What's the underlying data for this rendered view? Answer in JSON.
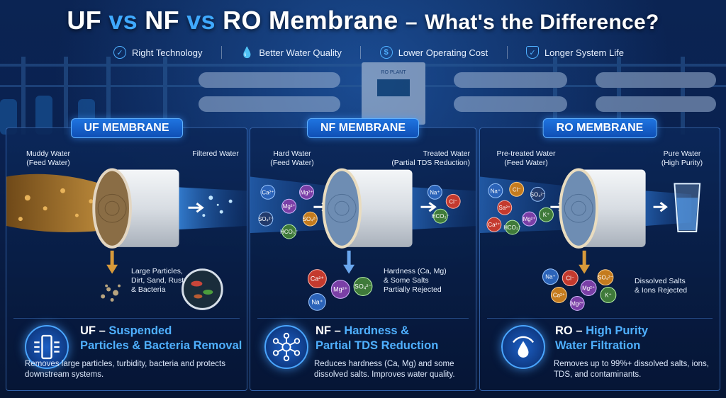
{
  "title": {
    "part1": "UF",
    "vs1": "vs",
    "part2": "NF",
    "vs2": "vs",
    "part3": "RO Membrane",
    "dash": "–",
    "part4": "What's the Difference?"
  },
  "benefits": [
    {
      "icon": "check-icon",
      "label": "Right Technology"
    },
    {
      "icon": "water-drop-icon",
      "label": "Better Water Quality"
    },
    {
      "icon": "dollar-icon",
      "label": "Lower Operating Cost"
    },
    {
      "icon": "shield-icon",
      "label": "Longer System Life"
    }
  ],
  "background": {
    "plant_sign": "RO PLANT"
  },
  "panels": {
    "uf": {
      "tag": "UF MEMBRANE",
      "feed": "Muddy Water\n(Feed Water)",
      "output": "Filtered Water",
      "rejected": "Large Particles,\nDirt, Sand, Rust\n& Bacteria",
      "title_prefix": "UF – ",
      "title_highlight1": "Suspended",
      "title_highlight2": "Particles & Bacteria Removal",
      "desc": "Removes large particles, turbidity, bacteria and protects downstream systems.",
      "color": "#c28a2e"
    },
    "nf": {
      "tag": "NF MEMBRANE",
      "feed": "Hard Water\n(Feed Water)",
      "output": "Treated Water\n(Partial TDS Reduction)",
      "feed_ions": [
        "Ca²⁺",
        "Mg²⁺",
        "Mg²⁺",
        "SO₄²⁻",
        "SO₄²⁻",
        "HCO₃⁻"
      ],
      "output_ions": [
        "Na⁺",
        "Cl⁻",
        "HCO₃⁻"
      ],
      "rejected_ions": [
        "Ca²⁺",
        "Mg²⁺",
        "SO₄²⁻",
        "Na⁺"
      ],
      "rejected": "Hardness (Ca, Mg)\n& Some Salts\nPartially Rejected",
      "title_prefix": "NF – ",
      "title_highlight1": "Hardness &",
      "title_highlight2": "Partial TDS Reduction",
      "desc": "Reduces hardness (Ca, Mg) and some dissolved salts. Improves water quality."
    },
    "ro": {
      "tag": "RO MEMBRANE",
      "feed": "Pre-treated Water\n(Feed Water)",
      "output": "Pure Water\n(High Purity)",
      "feed_ions": [
        "Na⁺",
        "Cl⁻",
        "SO₄²⁻",
        "Sa²⁺",
        "Ca²⁺",
        "HCO₃⁻",
        "Mg²⁺",
        "K⁺"
      ],
      "rejected_ions": [
        "Na⁺",
        "Cl⁻",
        "SO₄²⁻",
        "Mg²⁺",
        "Ca²⁺",
        "K⁺",
        "Mg²⁺"
      ],
      "rejected": "Dissolved Salts\n& Ions Rejected",
      "title_prefix": "RO – ",
      "title_highlight1": "High Purity",
      "title_highlight2": "Water Filtration",
      "desc": "Removes up to 99%+ dissolved salts, ions, TDS, and contaminants."
    }
  },
  "colors": {
    "accent": "#4fb0ff",
    "tag_bg": "#1f74e0",
    "bg_dark": "#071634"
  }
}
